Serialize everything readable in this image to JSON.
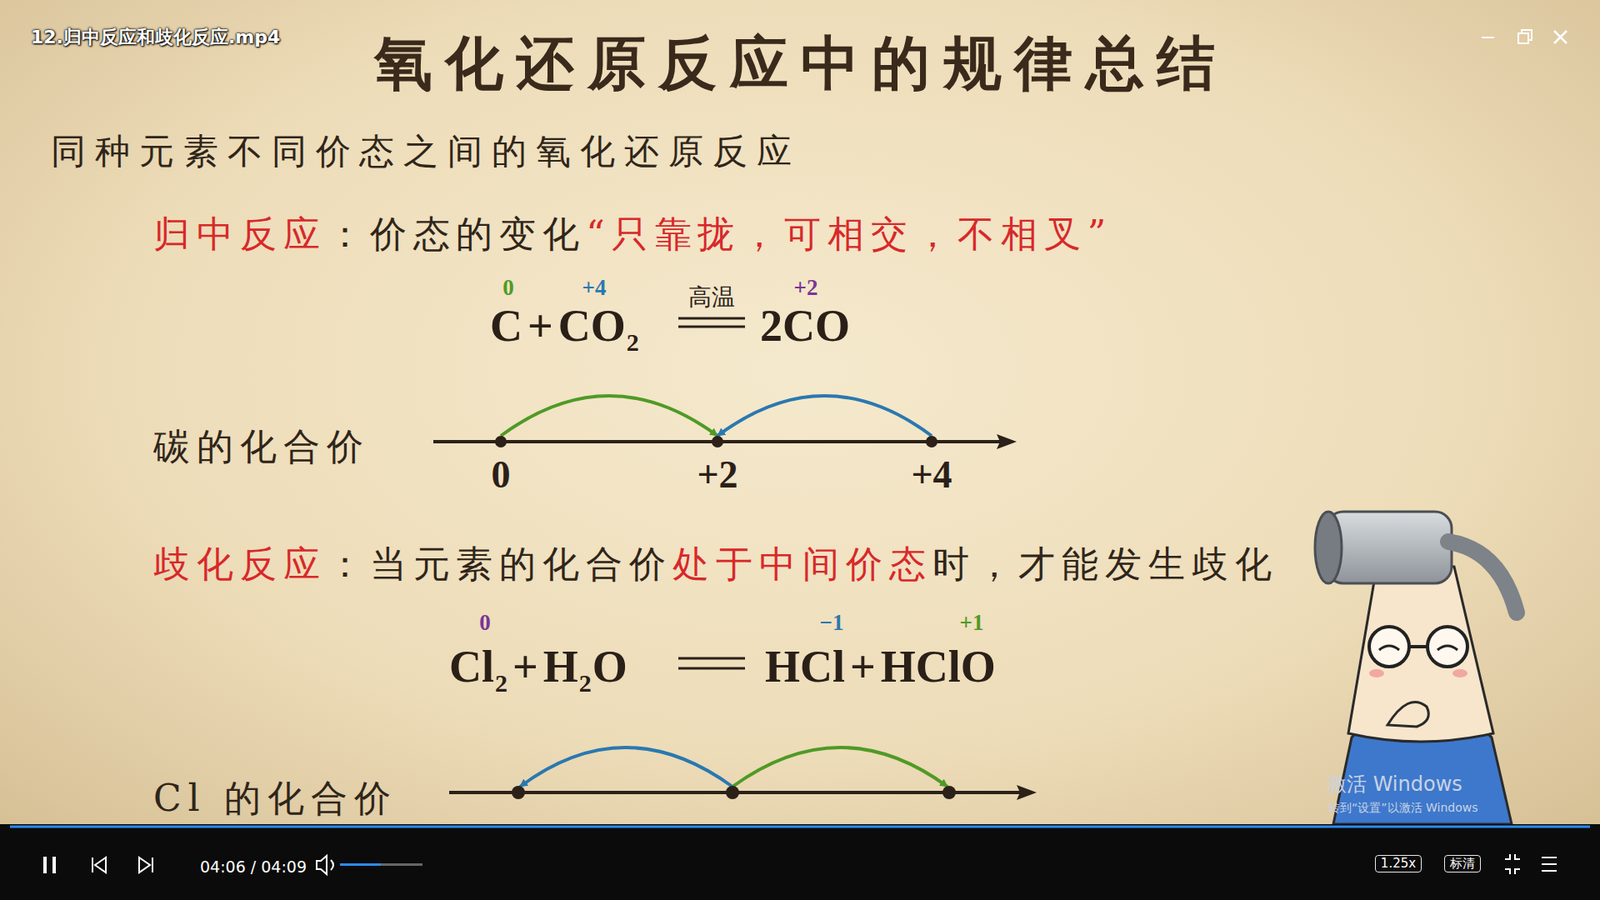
{
  "diagram": {
    "title": "氧化还原反应中的规律总结",
    "nodes": [
      {
        "text": [
          "0"
        ]
      },
      {
        "text": [
          "+2"
        ]
      },
      {
        "text": [
          "+4"
        ]
      },
      {
        "text": [
          "1.25x"
        ]
      },
      {
        "text": [
          "标清"
        ]
      }
    ],
    "edges": [
      {
        "from": 0,
        "to": 1,
        "arrow": "to"
      },
      {
        "from": 2,
        "to": 1,
        "arrow": "to"
      }
    ],
    "labels": [
      "12.归中反应和歧化反应.mp4",
      "同种元素不同价态之间的氧化还原反应",
      "归中反应",
      "：价态的变化",
      "“只靠拢，可相交，不相叉”",
      "0",
      "+4",
      "高温",
      "+2",
      "C",
      "+",
      "CO",
      "2",
      "2CO",
      "碳的化合价",
      "歧化反应",
      "：当元素的化合价",
      "处于中间价态",
      "时，才能发生歧化",
      "0",
      "−1",
      "+1",
      "Cl",
      "2",
      "+",
      "H",
      "2",
      "O",
      "HCl",
      "+",
      "HClO",
      "Cl 的化合价",
      "04:06 / 04:09",
      "激活 Windows",
      "转到“设置”以激活 Windows"
    ]
  }
}
